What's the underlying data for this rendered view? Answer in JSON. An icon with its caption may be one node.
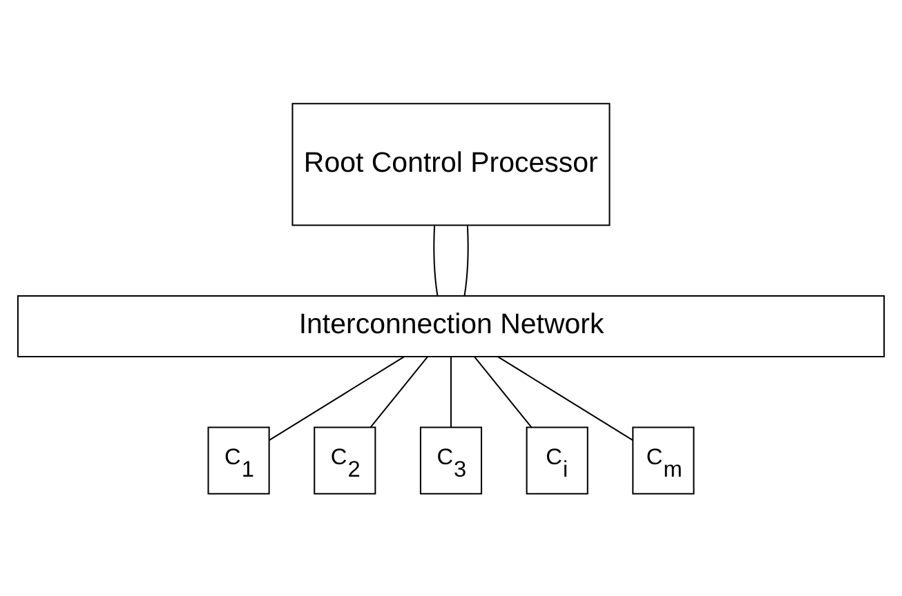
{
  "diagram": {
    "nodes": [
      {
        "text": [
          "Root Control Processor"
        ]
      },
      {
        "text": [
          "Interconnection Network"
        ]
      },
      {
        "text": [
          "C$_{1}$"
        ]
      },
      {
        "text": [
          "C$_{2}$"
        ]
      },
      {
        "text": [
          "C$_{3}$"
        ]
      },
      {
        "text": [
          "C$_{i}$"
        ]
      },
      {
        "text": [
          "C$_{m}$"
        ]
      }
    ],
    "edges": [
      {
        "from": 0,
        "to": 1,
        "arrow": "none"
      },
      {
        "from": 0,
        "to": 1,
        "arrow": "none"
      },
      {
        "from": 1,
        "to": 2,
        "arrow": "none"
      },
      {
        "from": 1,
        "to": 3,
        "arrow": "none"
      },
      {
        "from": 1,
        "to": 4,
        "arrow": "none"
      },
      {
        "from": 1,
        "to": 5,
        "arrow": "none"
      },
      {
        "from": 1,
        "to": 6,
        "arrow": "none"
      }
    ]
  }
}
